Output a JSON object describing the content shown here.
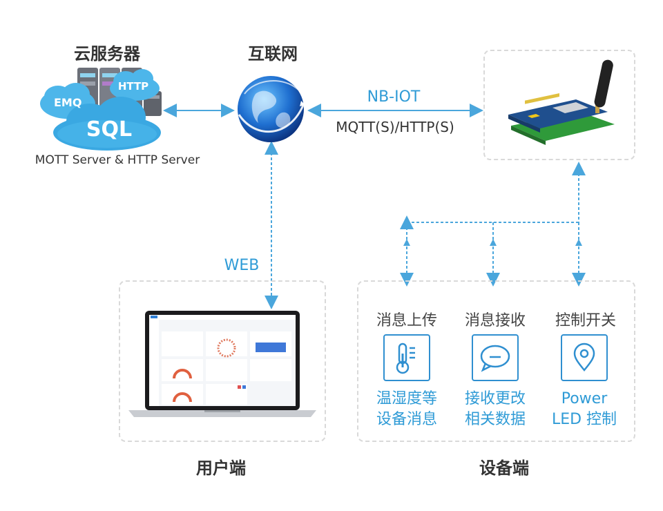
{
  "cloud": {
    "title": "云服务器",
    "subtitle": "MOTT Server & HTTP Server",
    "badges": {
      "emq": "EMQ",
      "http": "HTTP",
      "sql": "SQL"
    }
  },
  "internet": {
    "title": "互联网"
  },
  "link": {
    "protocol_top": "NB-IOT",
    "protocol_bottom": "MQTT(S)/HTTP(S)",
    "web": "WEB"
  },
  "user_side": {
    "label": "用户端"
  },
  "device_side": {
    "label": "设备端",
    "features": [
      {
        "title": "消息上传",
        "icon": "thermometer-icon",
        "desc_line1": "温湿度等",
        "desc_line2": "设备消息"
      },
      {
        "title": "消息接收",
        "icon": "chat-bubble-icon",
        "desc_line1": "接收更改",
        "desc_line2": "相关数据"
      },
      {
        "title": "控制开关",
        "icon": "location-pin-icon",
        "desc_line1": "Power",
        "desc_line2": "LED 控制"
      }
    ]
  },
  "colors": {
    "accent": "#2f9bd6",
    "arrow": "#4aa6dc",
    "panel_border": "#d9d9d9",
    "text_dark": "#333333"
  }
}
